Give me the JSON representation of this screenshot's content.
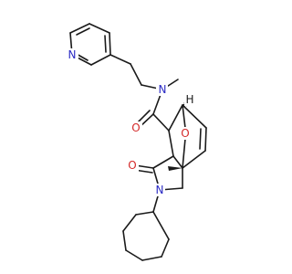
{
  "molecule": {
    "labels": {
      "pyridine_n": "N",
      "amide_n": "N",
      "amide_o": "O",
      "bridge_o": "O",
      "lactam_o": "O",
      "lactam_n": "N",
      "stereo_h": "H"
    },
    "colors": {
      "bond": "#1a1a1a",
      "nitrogen": "#2a2ac4",
      "oxygen": "#d42a2a",
      "carbon_h": "#1a1a1a"
    }
  }
}
